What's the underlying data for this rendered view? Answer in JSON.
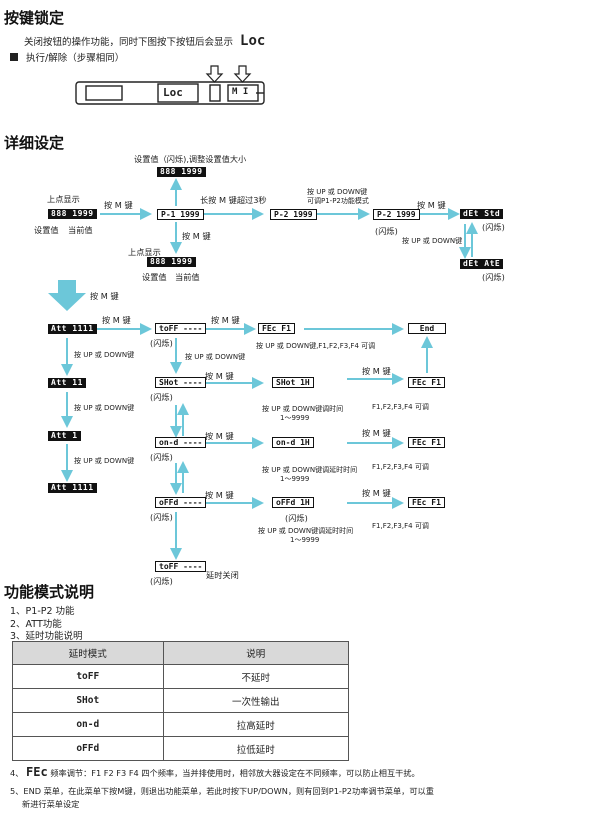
{
  "section1": {
    "title": "按键锁定",
    "desc": "关闭按钮的操作功能，同时下图按下按钮后会显示",
    "loc_glyph": "Loc",
    "bullet": "执行/解除（步骤相同）",
    "device_display": "Loc",
    "device_mi": "M I"
  },
  "section2": {
    "title": "详细设定",
    "top_set_label": "设置值（闪烁),调整设置值大小",
    "upper_show_1": "上点显示",
    "upper_show_2": "上点显示",
    "press_m_1": "按 M 键",
    "press_m_2": "按 M 键",
    "press_m_3": "按 M 键",
    "press_m_4": "按 M 键",
    "long_press": "长按 M 键超过3秒",
    "updown_p1p2_a": "按 UP 或 DOWN键",
    "updown_p1p2_b": "可调P1-P2功能模式",
    "flash_1": "(闪烁)",
    "flash_2": "(闪烁)",
    "flash_3": "(闪烁)",
    "updown_1": "按 UP 或 DOWN键",
    "set_val_1": "设置值",
    "cur_val_1": "当前值",
    "set_val_2": "设置值",
    "cur_val_2": "当前值",
    "lcd": {
      "top": "888 1999",
      "left": "888 1999",
      "p1": "P-1 1999",
      "bottom": "888 1999",
      "p2": "P-2 1999",
      "p2b": "P-2 1999",
      "std": "dEt Std",
      "att": "dEt AtE"
    }
  },
  "section3": {
    "press_m_main": "按 M 键",
    "lcd_att_a": "Att 1111",
    "lcd_att_b": "Att   11",
    "lcd_att_c": "Att    1",
    "lcd_att_d": "Att 1111",
    "updown_left_1": "按 UP 或 DOWN键",
    "updown_left_2": "按 UP 或 DOWN键",
    "updown_left_3": "按 UP 或 DOWN键",
    "row1": {
      "mode": "toFF ----",
      "flash": "(闪烁)",
      "press": "按 M 键",
      "fec": "FEc F1",
      "note": "按 UP 或 DOWN键,F1,F2,F3,F4 可调",
      "end": "End"
    },
    "updown_mid": "按 UP 或 DOWN键",
    "row2": {
      "mode": "SHot ----",
      "flash": "(闪烁)",
      "press": "按 M 键",
      "disp": "SHot 1H",
      "adj1": "按 UP 或 DOWN键调时间",
      "adj2": "1～9999",
      "press2": "按 M 键",
      "fec": "FEc F1",
      "fec_note": "F1,F2,F3,F4 可调"
    },
    "row3": {
      "mode": "on-d ----",
      "flash": "(闪烁)",
      "press": "按 M 键",
      "disp": "on-d 1H",
      "adj1": "按 UP 或 DOWN键调延时时间",
      "adj2": "1～9999",
      "press2": "按 M 键",
      "fec": "FEc F1",
      "fec_note": "F1,F2,F3,F4 可调"
    },
    "row4": {
      "mode": "oFFd ----",
      "flash": "(闪烁)",
      "press": "按 M 键",
      "disp": "oFFd 1H",
      "disp_flash": "(闪烁)",
      "adj1": "按 UP 或 DOWN键调延时时间",
      "adj2": "1～9999",
      "press2": "按 M 键",
      "fec": "FEc F1",
      "fec_note": "F1,F2,F3,F4 可调"
    },
    "row5": {
      "mode": "toFF ----",
      "flash": "(闪烁)",
      "note": "延时关闭"
    }
  },
  "section4": {
    "title": "功能模式说明",
    "items": [
      "1、P1-P2 功能",
      "2、ATT功能",
      "3、延时功能说明"
    ],
    "table": {
      "headers": [
        "延时模式",
        "说明"
      ],
      "rows": [
        [
          "toFF",
          "不延时"
        ],
        [
          "SHot",
          "一次性输出"
        ],
        [
          "on-d",
          "拉高延时"
        ],
        [
          "oFFd",
          "拉低延时"
        ]
      ]
    },
    "note4_prefix": "4、",
    "note4_glyph": "FEc",
    "note4_text": "频率调节：F1  F2  F3  F4 四个频率，当并排使用时，相邻放大器设定在不同频率，可以防止相互干扰。",
    "note5_line1": "5、END 菜单，在此菜单下按M键，则退出功能菜单，若此时按下UP/DOWN，则有回到P1-P2功率调节菜单，可以重",
    "note5_line2": "新进行菜单设定"
  },
  "colors": {
    "arrow": "#6cc7d9",
    "lcd_bg": "#111111",
    "table_head": "#d9d9d9"
  }
}
